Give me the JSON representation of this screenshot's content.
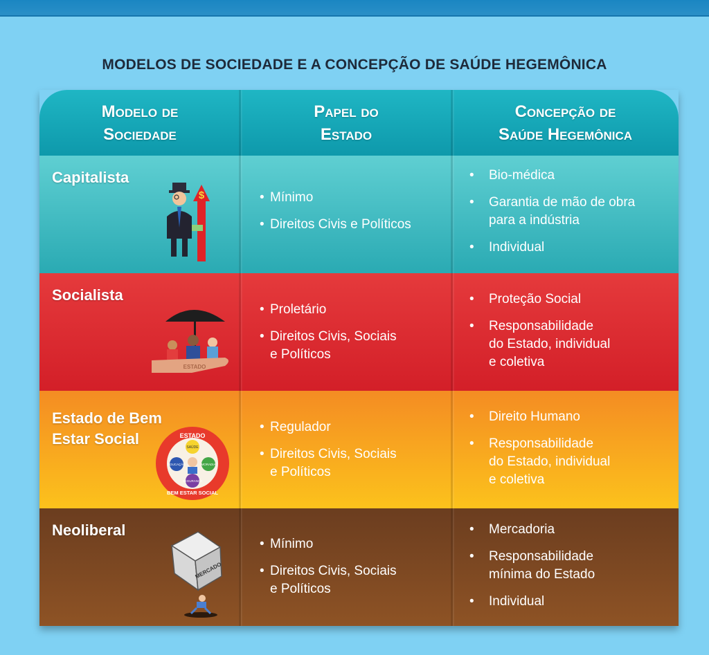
{
  "title": "MODELOS DE SOCIEDADE E A CONCEPÇÃO DE SAÚDE HEGEMÔNICA",
  "header": {
    "col1": "Modelo de\nSociedade",
    "col2": "Papel do\nEstado",
    "col3": "Concepção de\nSaúde Hegemônica"
  },
  "rows": [
    {
      "name": "Capitalista",
      "papel": [
        "Mínimo",
        "Direitos Civis e Políticos"
      ],
      "concepcao": [
        "Bio-médica",
        "Garantia de mão de obra\npara a indústria",
        "Individual"
      ],
      "color": "#2aaab3"
    },
    {
      "name": "Socialista",
      "papel": [
        "Proletário",
        "Direitos Civis, Sociais\ne Políticos"
      ],
      "concepcao": [
        "Proteção Social",
        "Responsabilidade\ndo Estado, individual\ne coletiva"
      ],
      "color": "#d31f28"
    },
    {
      "name": "Estado de Bem\nEstar Social",
      "papel": [
        "Regulador",
        "Direitos Civis, Sociais\ne Políticos"
      ],
      "concepcao": [
        "Direito Humano",
        "Responsabilidade\ndo Estado, individual\ne coletiva"
      ],
      "color": "#f7a51f"
    },
    {
      "name": "Neoliberal",
      "papel": [
        "Mínimo",
        "Direitos Civis, Sociais\ne Políticos"
      ],
      "concepcao": [
        "Mercadoria",
        "Responsabilidade\nmínima do Estado",
        "Individual"
      ],
      "color": "#7b4522"
    }
  ],
  "illustrations": {
    "capitalista": {
      "symbol": "$",
      "icon": "capitalist-businessman-icon"
    },
    "socialista": {
      "label": "ESTADO",
      "icon": "umbrella-hand-icon"
    },
    "bem_estar": {
      "ring_top": "ESTADO",
      "ring_bottom": "BEM ESTAR SOCIAL",
      "bubbles": [
        "SAÚDE",
        "EDUCAÇÃO",
        "MORADIA",
        "SEGURANÇA"
      ],
      "icon": "welfare-state-circle-icon"
    },
    "neoliberal": {
      "label": "MERCADO",
      "icon": "falling-market-box-icon"
    }
  }
}
